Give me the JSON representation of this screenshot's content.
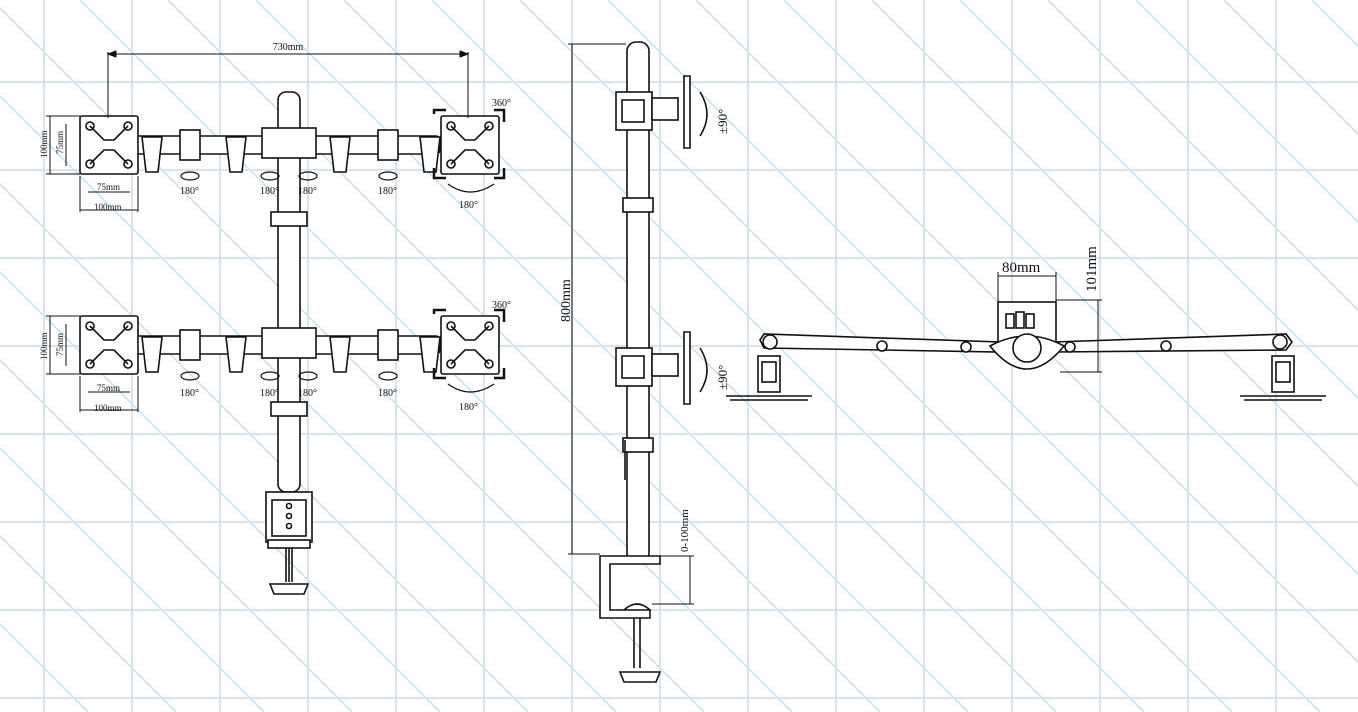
{
  "front_view": {
    "dimensions": {
      "span": "730mm",
      "vesa_100_h": "100mm",
      "vesa_75_h": "75mm",
      "vesa_75_w": "75mm",
      "vesa_100_w": "100mm"
    },
    "rotations": {
      "swivel_180": "180°",
      "rotate_360": "360°"
    }
  },
  "side_view": {
    "height": "800mm",
    "tilt": "±90°",
    "clamp_range": "0-100mm"
  },
  "top_view": {
    "pole_width": "80mm",
    "depth": "101mm"
  },
  "colors": {
    "line": "#111111",
    "grid": "#c9ddeb",
    "background": "#ffffff"
  }
}
